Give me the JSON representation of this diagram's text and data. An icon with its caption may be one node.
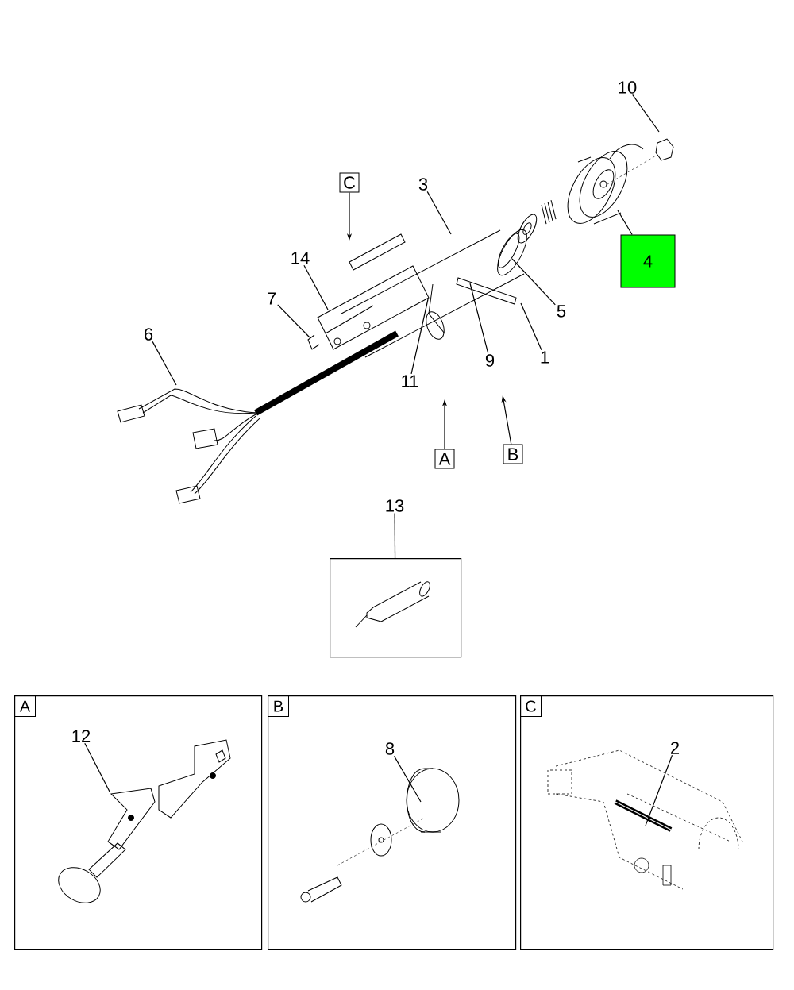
{
  "diagram": {
    "nodes": [
      {
        "text": [
          "10"
        ]
      },
      {
        "text": [
          "3"
        ]
      },
      {
        "text": [
          "4"
        ]
      },
      {
        "text": [
          "14"
        ]
      },
      {
        "text": [
          "7"
        ]
      },
      {
        "text": [
          "5"
        ]
      },
      {
        "text": [
          "6"
        ]
      },
      {
        "text": [
          "11"
        ]
      },
      {
        "text": [
          "9"
        ]
      },
      {
        "text": [
          "1"
        ]
      },
      {
        "text": [
          "C"
        ]
      },
      {
        "text": [
          "A"
        ]
      },
      {
        "text": [
          "B"
        ]
      },
      {
        "text": [
          "13"
        ]
      },
      {
        "text": [],
        "shape": "box"
      },
      {
        "text": [],
        "shape": "box"
      },
      {
        "text": [
          "A"
        ],
        "in": 15
      },
      {
        "text": [
          "12"
        ],
        "in": 15
      },
      {
        "text": [],
        "shape": "box"
      },
      {
        "text": [
          "B"
        ],
        "in": 18
      },
      {
        "text": [
          "8"
        ],
        "in": 18
      },
      {
        "text": [],
        "shape": "box"
      },
      {
        "text": [
          "C"
        ],
        "in": 21
      },
      {
        "text": [
          "2"
        ],
        "in": 21
      }
    ],
    "edges": [
      {
        "from": 0,
        "to": null,
        "arrow": "none"
      },
      {
        "from": 1,
        "to": null,
        "arrow": "none"
      },
      {
        "from": 2,
        "to": null,
        "arrow": "none"
      },
      {
        "from": 3,
        "to": null,
        "arrow": "none"
      },
      {
        "from": 4,
        "to": null,
        "arrow": "none"
      },
      {
        "from": 5,
        "to": null,
        "arrow": "none"
      },
      {
        "from": 6,
        "to": null,
        "arrow": "none"
      },
      {
        "from": 7,
        "to": null,
        "arrow": "none"
      },
      {
        "from": 8,
        "to": null,
        "arrow": "none"
      },
      {
        "from": 9,
        "to": null,
        "arrow": "none"
      },
      {
        "from": 10,
        "to": null,
        "arrow": "to"
      },
      {
        "from": 11,
        "to": null,
        "arrow": "to"
      },
      {
        "from": 12,
        "to": null,
        "arrow": "to"
      },
      {
        "from": 13,
        "to": 14,
        "arrow": "none"
      },
      {
        "from": 17,
        "to": null,
        "arrow": "none"
      },
      {
        "from": 20,
        "to": null,
        "arrow": "none"
      },
      {
        "from": 23,
        "to": null,
        "arrow": "none"
      }
    ]
  }
}
